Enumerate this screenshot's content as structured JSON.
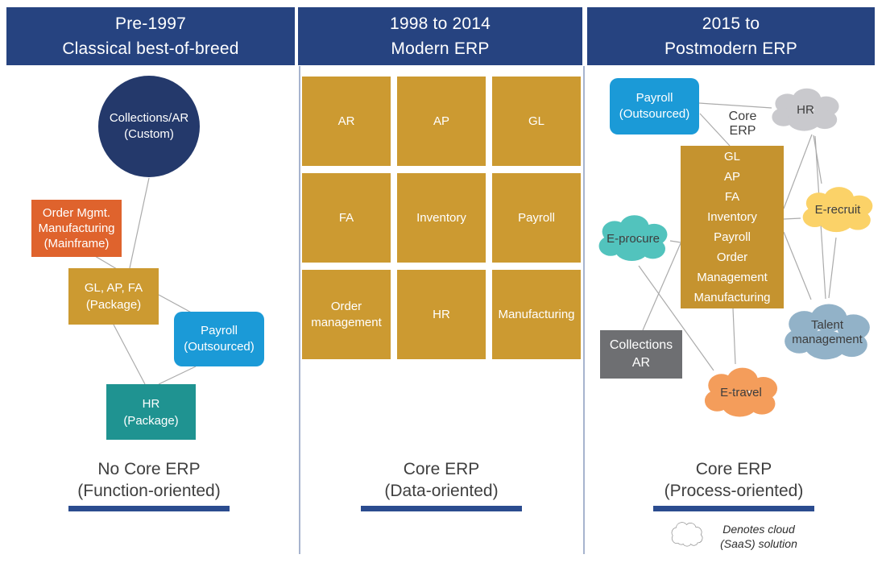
{
  "colors": {
    "header_navy": "#264380",
    "underline_navy": "#2B4C8F",
    "circle_navy": "#24396B",
    "orange": "#DF632D",
    "gold": "#CC9A31",
    "gold_dark": "#C5932F",
    "blue": "#1B9AD7",
    "teal_box": "#1F9391",
    "gray_box": "#6E6F72",
    "connector_gray": "#ABABAB",
    "divider": "#A7B4CE"
  },
  "panel1": {
    "header": "Pre-1997\nClassical best-of-breed",
    "caption": "No Core ERP\n(Function-oriented)",
    "nodes": {
      "collections": {
        "label": "Collections/AR\n(Custom)"
      },
      "order_mgmt": {
        "label": "Order Mgmt.\nManufacturing\n(Mainframe)"
      },
      "gl_ap_fa": {
        "label": "GL, AP, FA\n(Package)"
      },
      "payroll": {
        "label": "Payroll\n(Outsourced)"
      },
      "hr": {
        "label": "HR\n(Package)"
      }
    }
  },
  "panel2": {
    "header": "1998 to 2014\nModern ERP",
    "caption": "Core ERP\n(Data-oriented)",
    "grid": [
      "AR",
      "AP",
      "GL",
      "FA",
      "Inventory",
      "Payroll",
      "Order management",
      "HR",
      "Manufacturing"
    ]
  },
  "panel3": {
    "header": "2015 to\nPostmodern ERP",
    "caption": "Core ERP\n(Process-oriented)",
    "core_erp_label": "Core\nERP",
    "nodes": {
      "payroll": {
        "label": "Payroll\n(Outsourced)",
        "color": "#1B9AD7"
      },
      "hr_cloud": {
        "label": "HR",
        "color": "#C9C9CD"
      },
      "core": {
        "label": "GL\nAP\nFA\nInventory\nPayroll\nOrder\nManagement\nManufacturing"
      },
      "e_recruit": {
        "label": "E-recruit",
        "color": "#FBD268"
      },
      "talent": {
        "label": "Talent\nmanagement",
        "color": "#92B2C8"
      },
      "e_procure": {
        "label": "E-procure",
        "color": "#52C3BD"
      },
      "collections": {
        "label": "Collections\nAR"
      },
      "e_travel": {
        "label": "E-travel",
        "color": "#F49D5B"
      }
    },
    "legend": "Denotes cloud\n(SaaS) solution"
  },
  "edges": [
    {
      "from": "collections-ar-circle",
      "to": "gl-ap-fa-box"
    },
    {
      "from": "order-mgmt-box",
      "to": "gl-ap-fa-box"
    },
    {
      "from": "gl-ap-fa-box",
      "to": "payroll-outsourced-box-p1"
    },
    {
      "from": "gl-ap-fa-box",
      "to": "hr-package-box"
    },
    {
      "from": "payroll-outsourced-box-p1",
      "to": "hr-package-box"
    },
    {
      "from": "payroll-outsourced-box-p3",
      "to": "hr-cloud"
    },
    {
      "from": "payroll-outsourced-box-p3",
      "to": "core-erp-box"
    },
    {
      "from": "hr-cloud",
      "to": "core-erp-box"
    },
    {
      "from": "hr-cloud",
      "to": "e-recruit-cloud"
    },
    {
      "from": "hr-cloud",
      "to": "talent-management-cloud"
    },
    {
      "from": "core-erp-box",
      "to": "e-recruit-cloud"
    },
    {
      "from": "core-erp-box",
      "to": "talent-management-cloud"
    },
    {
      "from": "e-recruit-cloud",
      "to": "talent-management-cloud"
    },
    {
      "from": "e-procure-cloud",
      "to": "core-erp-box"
    },
    {
      "from": "core-erp-box",
      "to": "collections-ar-box"
    },
    {
      "from": "e-procure-cloud",
      "to": "e-travel-cloud"
    },
    {
      "from": "core-erp-box",
      "to": "e-travel-cloud"
    }
  ]
}
